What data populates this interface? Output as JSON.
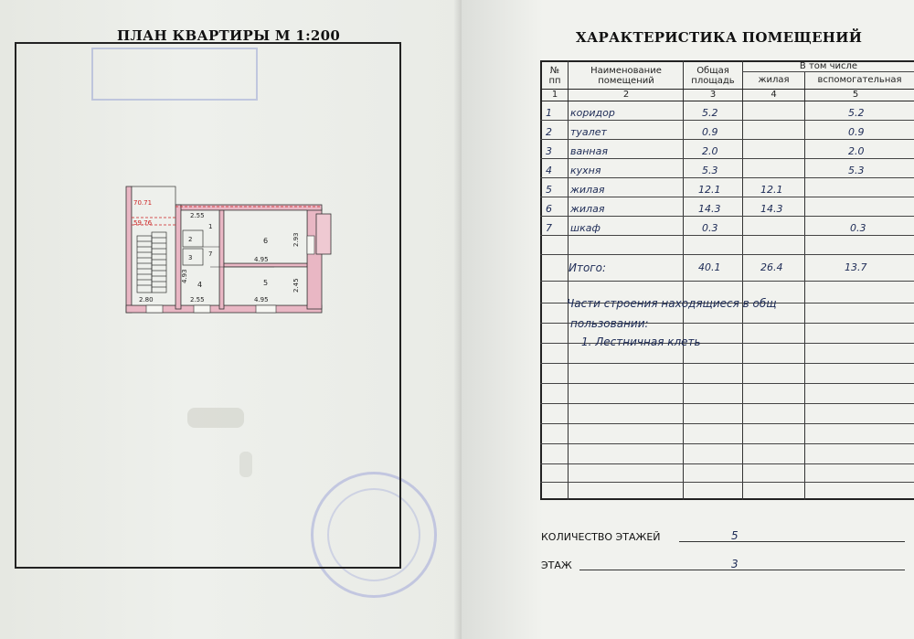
{
  "left_page": {
    "title": "ПЛАН КВАРТИРЫ  М 1:200",
    "plan_labels": {
      "dim_a": "70.71",
      "dim_b": "59.76",
      "dim_top": "2.55",
      "dim_room6_w": "4.95",
      "dim_room5_w": "4.95",
      "dim_room4_w": "2.55",
      "dim_stair_w": "2.80",
      "dim_right_1": "2.93",
      "dim_right_2": "2.45",
      "dim_left_4": "4.93",
      "room_1": "1",
      "room_2": "2",
      "room_3": "3",
      "room_4": "4",
      "room_5": "5",
      "room_6": "6",
      "room_7": "7"
    }
  },
  "right_page": {
    "title": "ХАРАКТЕРИСТИКА ПОМЕЩЕНИЙ",
    "table": {
      "headers": {
        "no": "№\nпп",
        "name": "Наименование\nпомещений",
        "total": "Общая\nплощадь",
        "incl": "В том числе",
        "living": "жилая",
        "aux": "вспомогательная"
      },
      "col_numbers": [
        "1",
        "2",
        "3",
        "4",
        "5"
      ],
      "rows": [
        {
          "no": "1",
          "name": "коридор",
          "total": "5.2",
          "living": "",
          "aux": "5.2"
        },
        {
          "no": "2",
          "name": "туалет",
          "total": "0.9",
          "living": "",
          "aux": "0.9"
        },
        {
          "no": "3",
          "name": "ванная",
          "total": "2.0",
          "living": "",
          "aux": "2.0"
        },
        {
          "no": "4",
          "name": "кухня",
          "total": "5.3",
          "living": "",
          "aux": "5.3"
        },
        {
          "no": "5",
          "name": "жилая",
          "total": "12.1",
          "living": "12.1",
          "aux": ""
        },
        {
          "no": "6",
          "name": "жилая",
          "total": "14.3",
          "living": "14.3",
          "aux": ""
        },
        {
          "no": "7",
          "name": "шкаф",
          "total": "0.3",
          "living": "",
          "aux": "0.3"
        }
      ],
      "total_row": {
        "label": "Итого:",
        "total": "40.1",
        "living": "26.4",
        "aux": "13.7"
      },
      "notes": [
        "Части строения находящиеся в общ",
        "пользовании:",
        "1. Лестничная клеть"
      ]
    },
    "floors_label": "КОЛИЧЕСТВО ЭТАЖЕЙ",
    "floors_value": "5",
    "floor_label": "ЭТАЖ",
    "floor_value": "3"
  }
}
